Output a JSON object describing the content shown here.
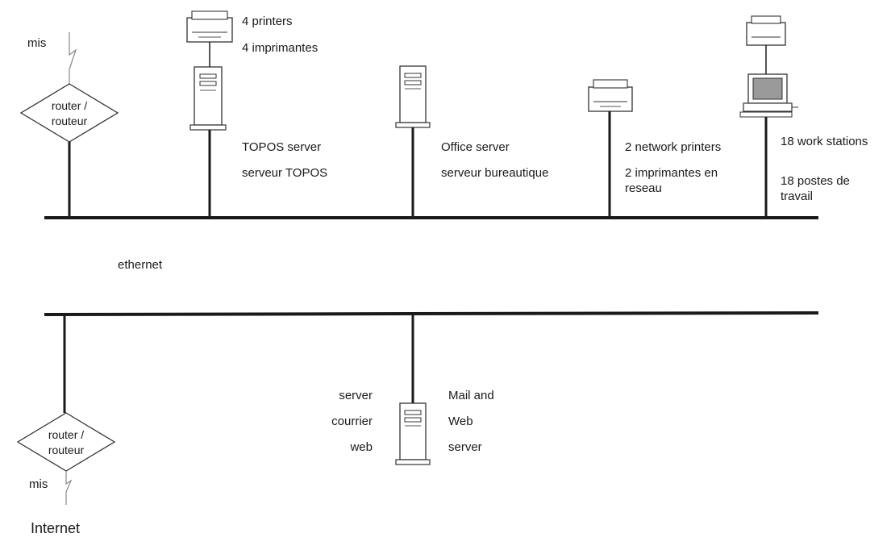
{
  "top_network": {
    "mis_label": "mis",
    "router_label": "router / routeur",
    "printers_group": {
      "line1": "4 printers",
      "line2": "4 imprimantes"
    },
    "topos_server": {
      "line1": "TOPOS server",
      "line2": "serveur TOPOS"
    },
    "office_server": {
      "line1": "Office server",
      "line2": "serveur bureautique"
    },
    "network_printers": {
      "line1": "2 network printers",
      "line2": "2 imprimantes en reseau"
    },
    "workstations": {
      "line1": "18 work stations",
      "line2": "18 postes de travail"
    },
    "ethernet_label": "ethernet"
  },
  "bottom_network": {
    "router_label": "router / routeur",
    "mis_label": "mis",
    "internet_label": "Internet",
    "mail_server": {
      "fr": [
        "server",
        "courrier",
        "web"
      ],
      "en": [
        "Mail and",
        "Web",
        "server"
      ]
    }
  },
  "colors": {
    "line": "#1a1a1a",
    "outline": "#333333",
    "background": "#ffffff"
  },
  "icons": [
    "router-icon",
    "printer-icon",
    "server-tower-icon",
    "workstation-icon",
    "lightning-link-icon"
  ]
}
